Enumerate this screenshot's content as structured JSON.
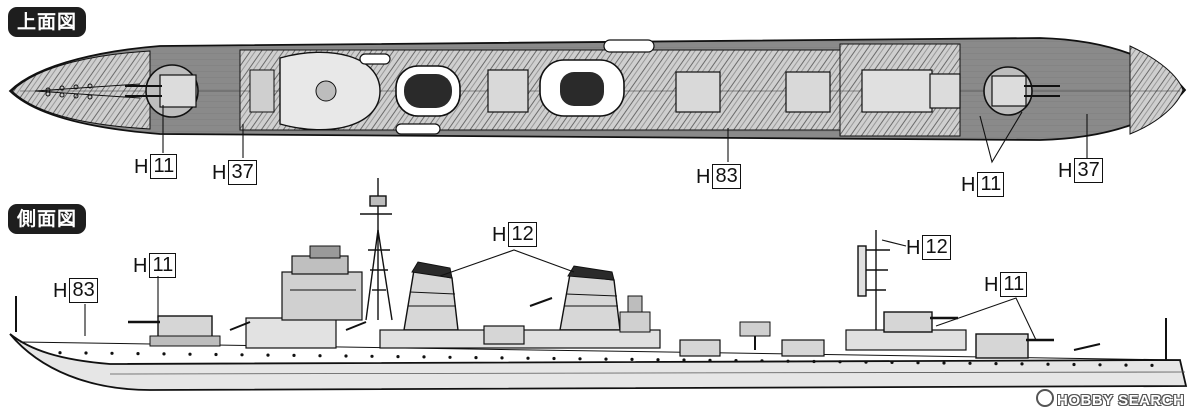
{
  "views": {
    "top_title": "上面図",
    "side_title": "側面図"
  },
  "labels": {
    "prefix": "H",
    "top_h11_left": "11",
    "top_h37_left": "37",
    "top_h83": "83",
    "top_h11_right": "11",
    "top_h37_right": "37",
    "side_h83": "83",
    "side_h11_left": "11",
    "side_h12_funnels": "12",
    "side_h12_mast": "12",
    "side_h11_right": "11"
  },
  "watermark": "HOBBY SEARCH",
  "colors": {
    "deck_gray": "#8a8a8a",
    "hull_fill": "#e6e6e6",
    "line": "#111111",
    "tab_bg": "#1e1e1e"
  }
}
